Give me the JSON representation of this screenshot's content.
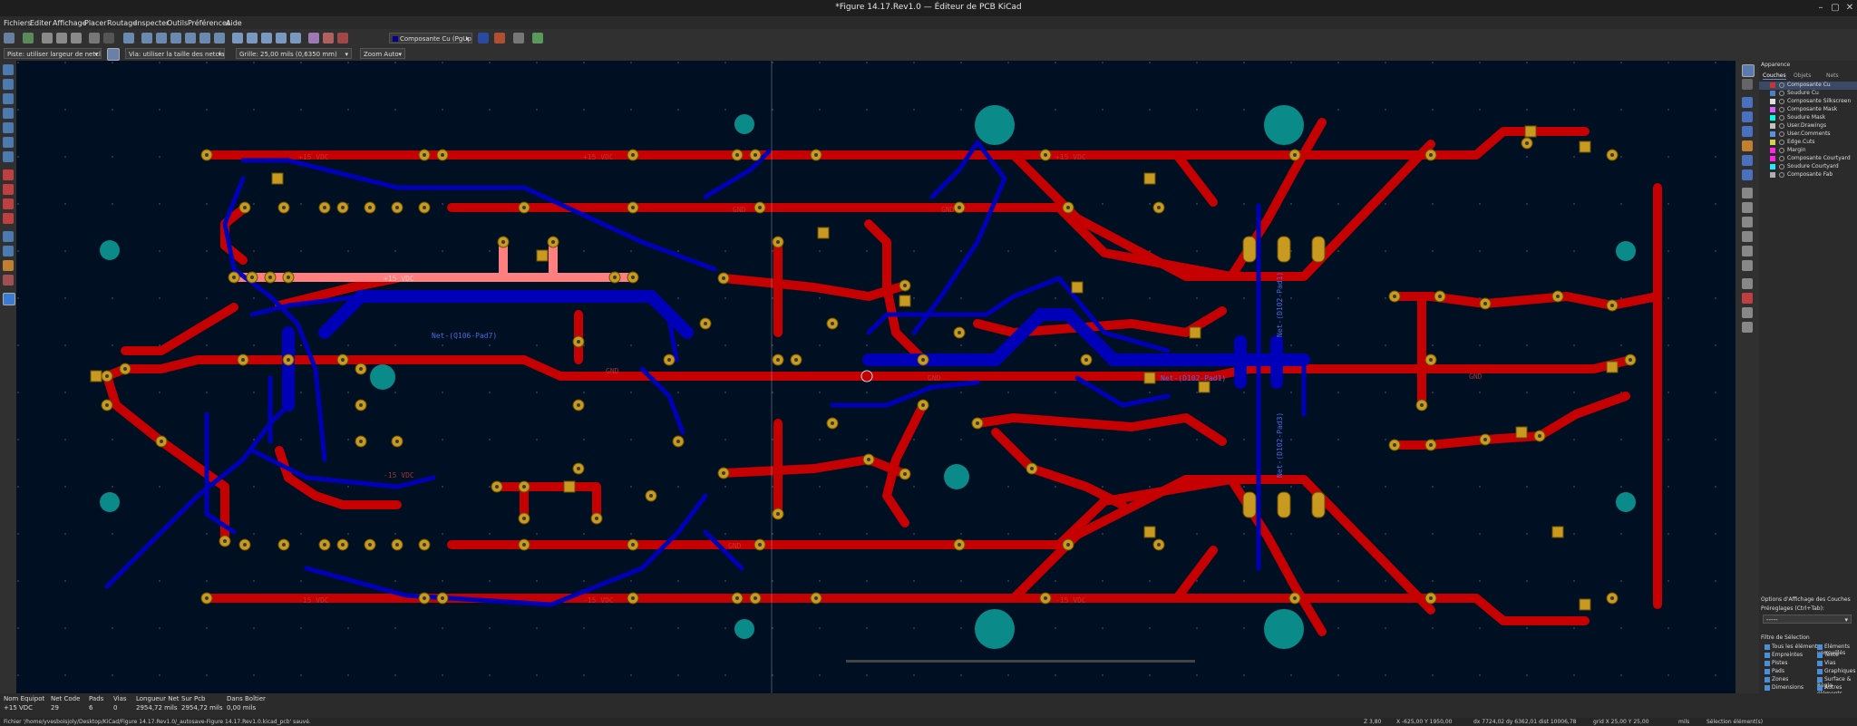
{
  "window": {
    "title": "*Figure 14.17.Rev1.0 — Éditeur de PCB KiCad"
  },
  "menu": [
    "Fichiers",
    "Editer",
    "Affichage",
    "Placer",
    "Routage",
    "Inspecter",
    "Outils",
    "Préférences",
    "Aide"
  ],
  "toolbar": {
    "active_layer": "Composante Cu (PgUp)",
    "track_width": "Piste: utiliser largeur de netclasse",
    "via_size": "Via: utiliser la taille des netclasses",
    "grid": "Grille: 25,00 mils (0,6350 mm)",
    "zoom": "Zoom Auto"
  },
  "board": {
    "net_labels": [
      "+15 VDC",
      "+15 VDC",
      "+15 VDC",
      "+15 VDC",
      "GND",
      "GND",
      "GND",
      "GND",
      "GND",
      "GND",
      "-15 VDC",
      "-15 VDC",
      "-15 VDC",
      "-15 VDC",
      "Net-(Q106-Pad7)",
      "Net-(D102-Pad1)",
      "Net-(D102-Pad1)",
      "Net-(D102-Pad3)"
    ],
    "colors": {
      "background": "#001023",
      "front_cu": "#c80000",
      "back_cu": "#0000c8",
      "highlight": "#ff7a7a",
      "pad": "#c89a20",
      "hole": "#0c8a8a"
    }
  },
  "panel": {
    "title": "Apparence",
    "tabs": [
      "Couches",
      "Objets",
      "Nets"
    ],
    "layers": [
      {
        "name": "Composante Cu",
        "color": "#c83434"
      },
      {
        "name": "Soudure Cu",
        "color": "#4d7fc4"
      },
      {
        "name": "Composante Silkscreen",
        "color": "#e0e0e0"
      },
      {
        "name": "Composante Mask",
        "color": "#d864ff"
      },
      {
        "name": "Soudure Mask",
        "color": "#02ffee"
      },
      {
        "name": "User.Drawings",
        "color": "#c2c2c2"
      },
      {
        "name": "User.Comments",
        "color": "#5994dc"
      },
      {
        "name": "Edge.Cuts",
        "color": "#d0d250"
      },
      {
        "name": "Margin",
        "color": "#ff26e2"
      },
      {
        "name": "Composante Courtyard",
        "color": "#ff26e2"
      },
      {
        "name": "Soudure Courtyard",
        "color": "#26e9ff"
      },
      {
        "name": "Composante Fab",
        "color": "#afafaf"
      }
    ],
    "display_options": "Options d'Affichage des Couches",
    "presets_label": "Prérеglages (Ctrl+Tab):",
    "presets_value": "-----",
    "selection_filter": "Filtre de Sélection",
    "filters": [
      "Tous les éléments",
      "Empreintes",
      "Pistes",
      "Pads",
      "Zones",
      "Dimensions",
      "Éléments verrouillés",
      "Texte",
      "Vias",
      "Graphiques",
      "Surface & Règle",
      "Autres éléments"
    ]
  },
  "messages": [
    {
      "label": "Nom Equipot",
      "value": "+15 VDC"
    },
    {
      "label": "Net Code",
      "value": "29"
    },
    {
      "label": "Pads",
      "value": "6"
    },
    {
      "label": "Vias",
      "value": "0"
    },
    {
      "label": "Longueur Net",
      "value": "2954,72 mils"
    },
    {
      "label": "Sur Pcb",
      "value": "2954,72 mils"
    },
    {
      "label": "Dans Boîtier",
      "value": "0,00 mils"
    }
  ],
  "status": {
    "file": "Fichier '/home/yvesboisjoly/Desktop/KiCad/Figure 14.17.Rev1.0/_autosave-Figure 14.17.Rev1.0.kicad_pcb' sauvé.",
    "zoom": "Z 3,80",
    "coords": "X -625,00  Y 1950,00",
    "delta": "dx 7724,02  dy 6362,01  dist 10006,78",
    "grid": "grid X 25,00  Y 25,00",
    "units": "mils",
    "mode": "Sélection élément(s)"
  }
}
